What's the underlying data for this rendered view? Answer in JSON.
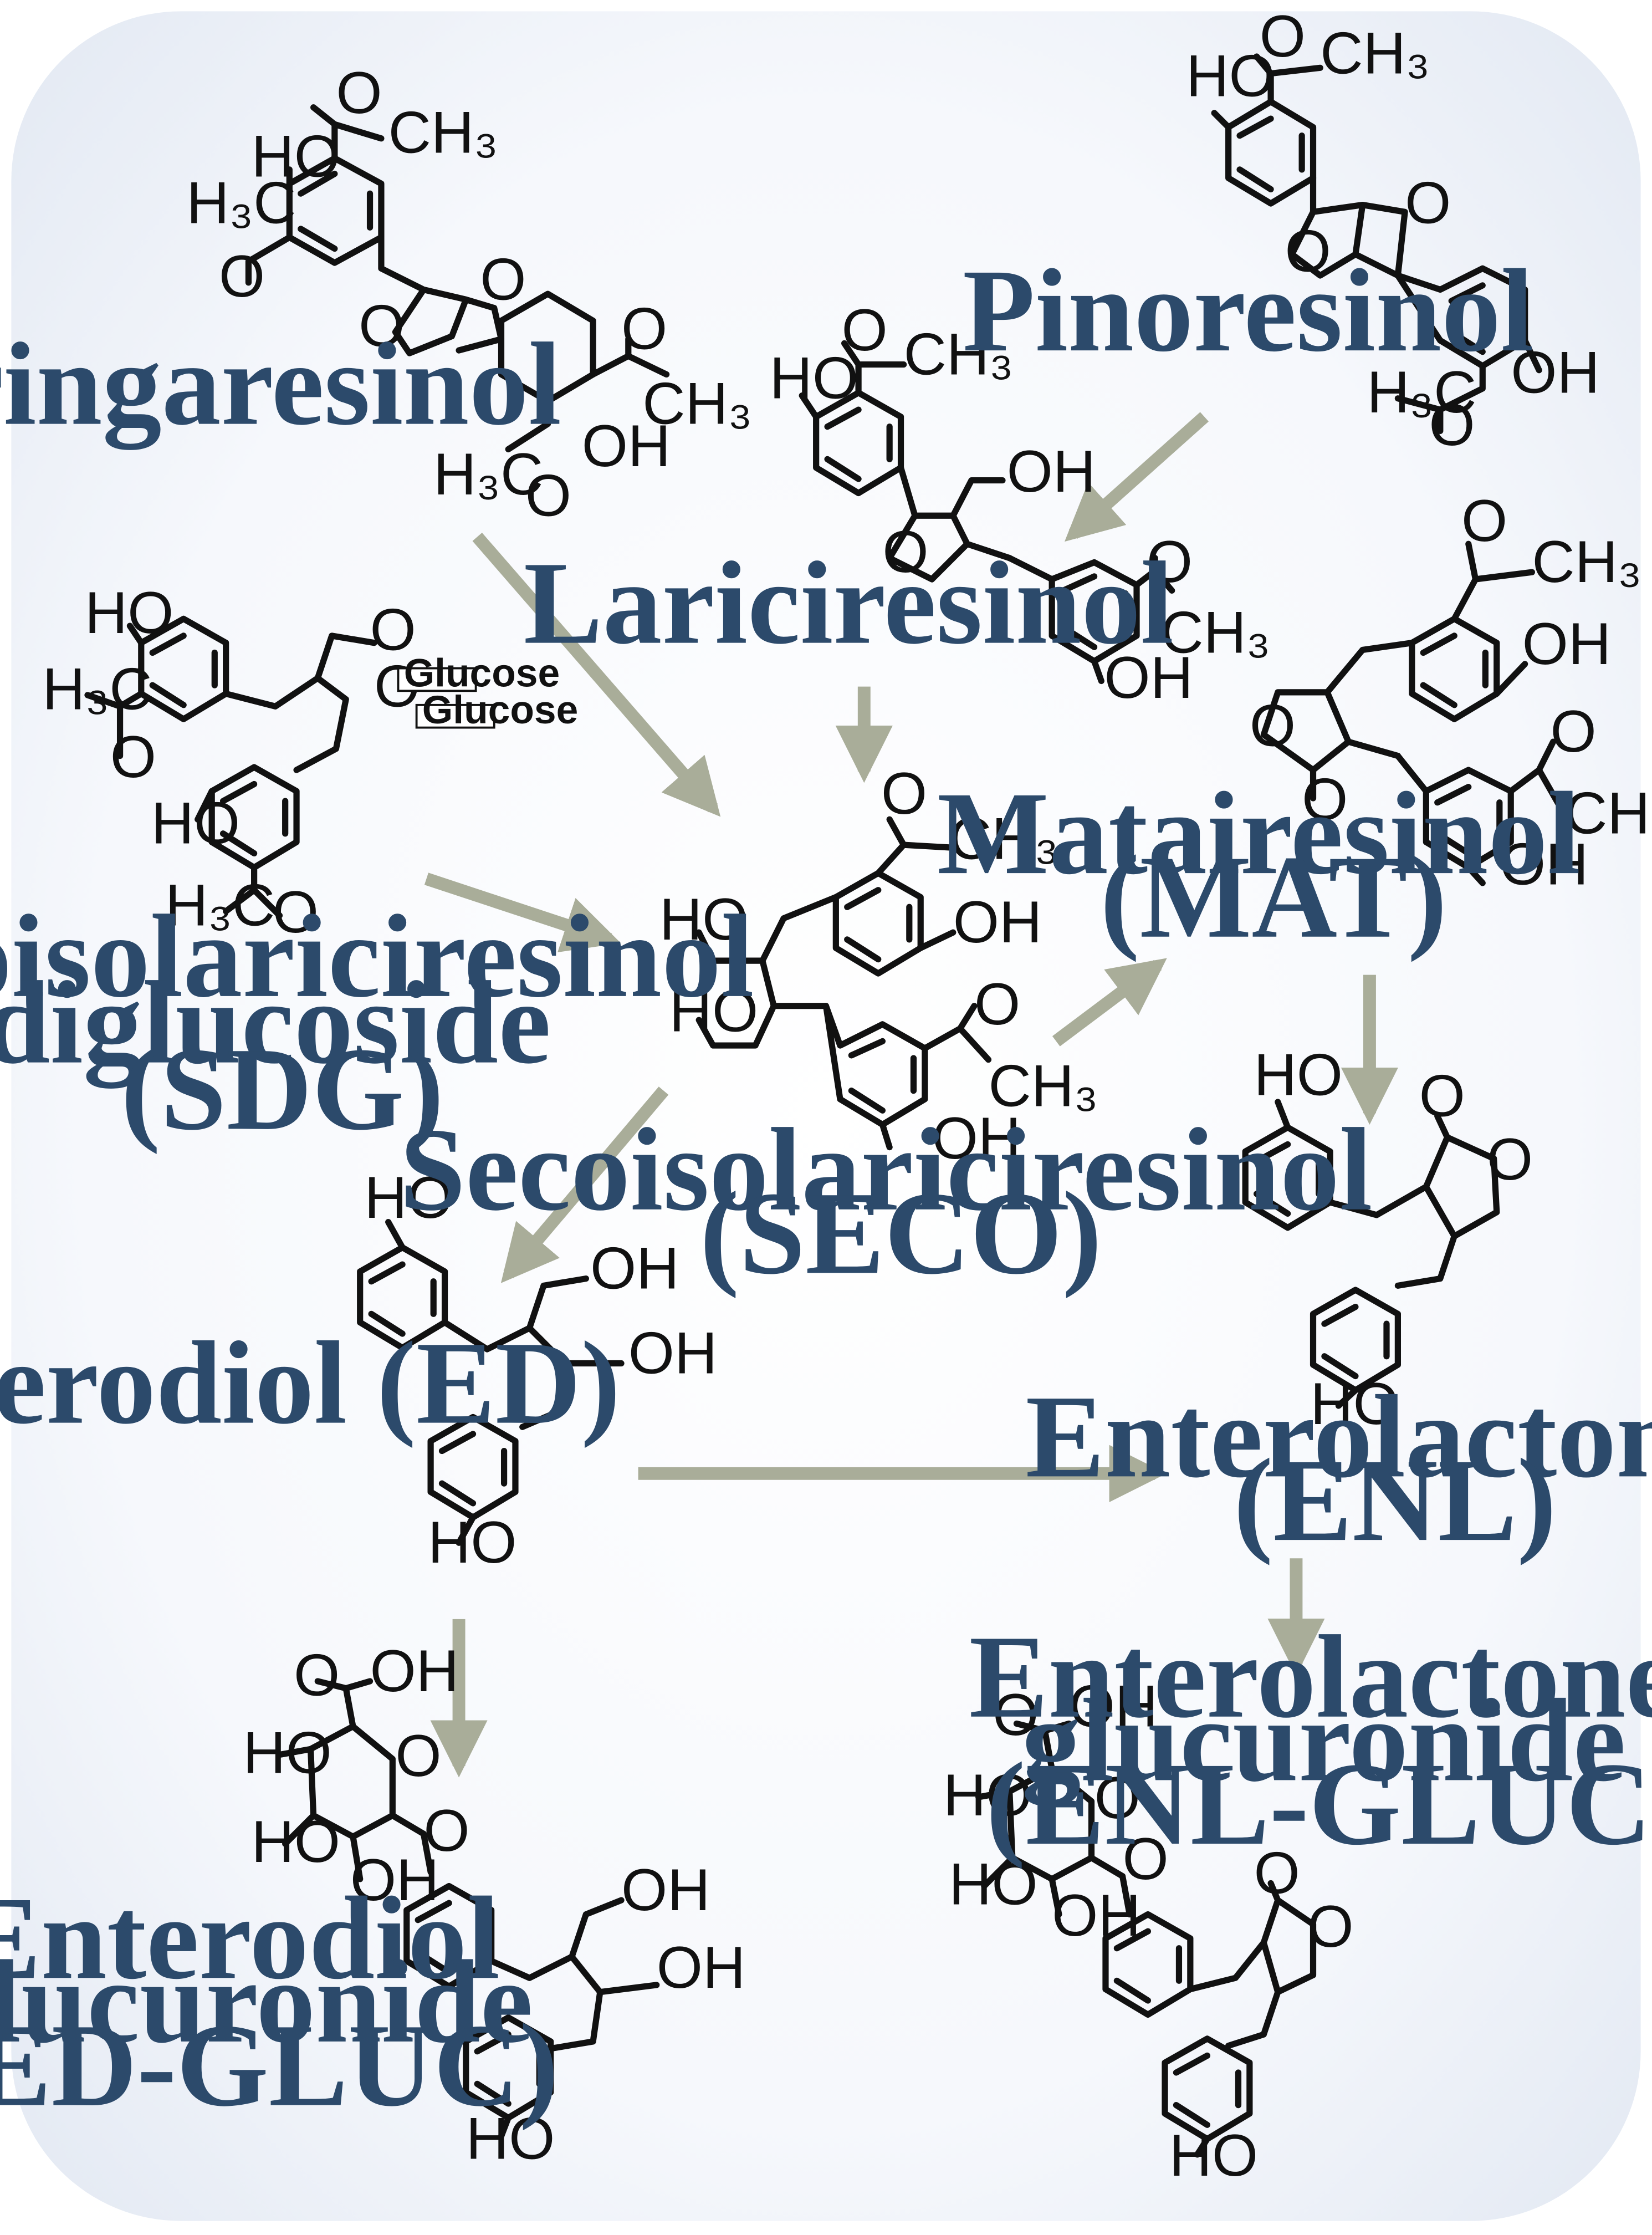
{
  "labels": {
    "syringaresinol": [
      "Syringaresinol"
    ],
    "pinoresinol": [
      "Pinoresinol"
    ],
    "lariciresinol": [
      "Lariciresinol"
    ],
    "sdg": [
      "Secoisolariciresinol",
      "diglucoside",
      "(SDG)"
    ],
    "seco": [
      "Secoisolariciresinol",
      "(SECO)"
    ],
    "mat": [
      "Matairesinol",
      "(MAT)"
    ],
    "ed": [
      "Enterodiol (ED)"
    ],
    "enl": [
      "Enterolactone",
      "(ENL)"
    ],
    "edgluc": [
      "Enterodiol",
      "glucuronide",
      "(ED-GLUC)"
    ],
    "enlgluc": [
      "Enterolactone",
      "glucuronide",
      "(ENL-GLUC)"
    ]
  },
  "atoms": {
    "ho": "HO",
    "oh": "OH",
    "ch3": "CH₃",
    "h3c": "H₃C",
    "o": "O",
    "glucose": "Glucose"
  },
  "colors": {
    "label": "#2c4a6b",
    "arrow": "#a9ad99",
    "panel": "#eef2f8",
    "bond": "#111111"
  },
  "pathway": [
    [
      "Syringaresinol",
      "Secoisolariciresinol (SECO)"
    ],
    [
      "Pinoresinol",
      "Lariciresinol"
    ],
    [
      "Lariciresinol",
      "Secoisolariciresinol (SECO)"
    ],
    [
      "Secoisolariciresinol diglucoside (SDG)",
      "Secoisolariciresinol (SECO)"
    ],
    [
      "Secoisolariciresinol (SECO)",
      "Matairesinol (MAT)"
    ],
    [
      "Secoisolariciresinol (SECO)",
      "Enterodiol (ED)"
    ],
    [
      "Matairesinol (MAT)",
      "Enterolactone (ENL)"
    ],
    [
      "Enterodiol (ED)",
      "Enterolactone (ENL)"
    ],
    [
      "Enterodiol (ED)",
      "Enterodiol glucuronide (ED-GLUC)"
    ],
    [
      "Enterolactone (ENL)",
      "Enterolactone glucuronide (ENL-GLUC)"
    ]
  ]
}
